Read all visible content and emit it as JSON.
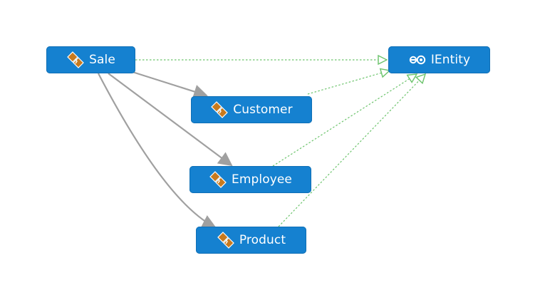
{
  "diagram": {
    "nodes": {
      "sale": {
        "label": "Sale",
        "icon": "class-icon"
      },
      "customer": {
        "label": "Customer",
        "icon": "class-icon"
      },
      "employee": {
        "label": "Employee",
        "icon": "class-icon"
      },
      "product": {
        "label": "Product",
        "icon": "class-icon"
      },
      "ientity": {
        "label": "IEntity",
        "icon": "interface-icon"
      }
    },
    "edges": [
      {
        "from": "Sale",
        "to": "Customer",
        "kind": "association"
      },
      {
        "from": "Sale",
        "to": "Employee",
        "kind": "association"
      },
      {
        "from": "Sale",
        "to": "Product",
        "kind": "association"
      },
      {
        "from": "Sale",
        "to": "IEntity",
        "kind": "implements"
      },
      {
        "from": "Customer",
        "to": "IEntity",
        "kind": "implements"
      },
      {
        "from": "Employee",
        "to": "IEntity",
        "kind": "implements"
      },
      {
        "from": "Product",
        "to": "IEntity",
        "kind": "implements"
      }
    ],
    "colors": {
      "node_fill": "#1581d0",
      "node_text": "#ffffff",
      "association_line": "#a0a0a0",
      "implements_line": "#6cc46c",
      "class_icon": "#c87a1e"
    }
  }
}
